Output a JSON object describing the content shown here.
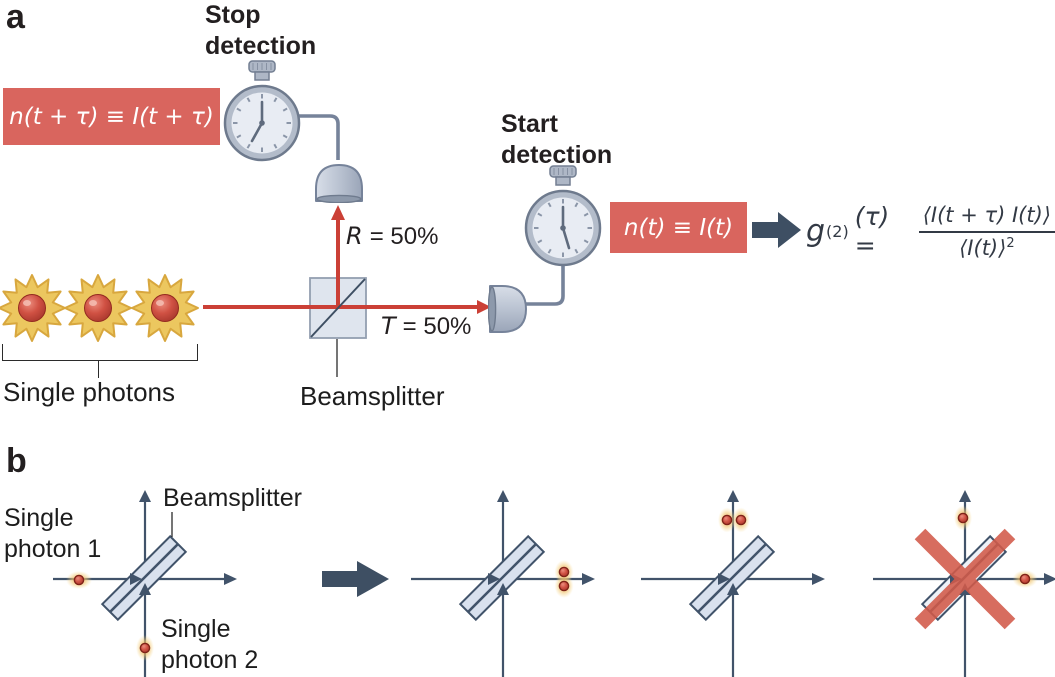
{
  "colors": {
    "accent_red_box": "#d9655e",
    "beam_red": "#cb4036",
    "dark_navy": "#3e4f63",
    "forbidden_x_red": "#d25a4a",
    "photon_glow_orange": "#f0a94e",
    "photon_dot_red": "#bf3a2b",
    "beamsplitter_fill": "#d9e1ee"
  },
  "panel_a": {
    "panel_label": "a",
    "stop_detection_label": "Stop detection",
    "start_detection_label": "Start detection",
    "stop_equation": "n(t + τ) ≡ I(t + τ)",
    "start_equation": "n(t) ≡ I(t)",
    "reflectance_var": "R",
    "reflectance_val": "= 50%",
    "transmittance_var": "T",
    "transmittance_val": "= 50%",
    "beamsplitter_label": "Beamsplitter",
    "single_photons_label": "Single photons",
    "formula": {
      "g": "g",
      "sup": "(2)",
      "arg": "(τ) =",
      "numerator": "⟨I(t + τ) I(t)⟩",
      "denominator": "⟨I(t)⟩",
      "exponent": "2"
    }
  },
  "panel_b": {
    "panel_label": "b",
    "beamsplitter_label": "Beamsplitter",
    "photon1_label": "Single photon 1",
    "photon2_label": "Single photon 2"
  }
}
